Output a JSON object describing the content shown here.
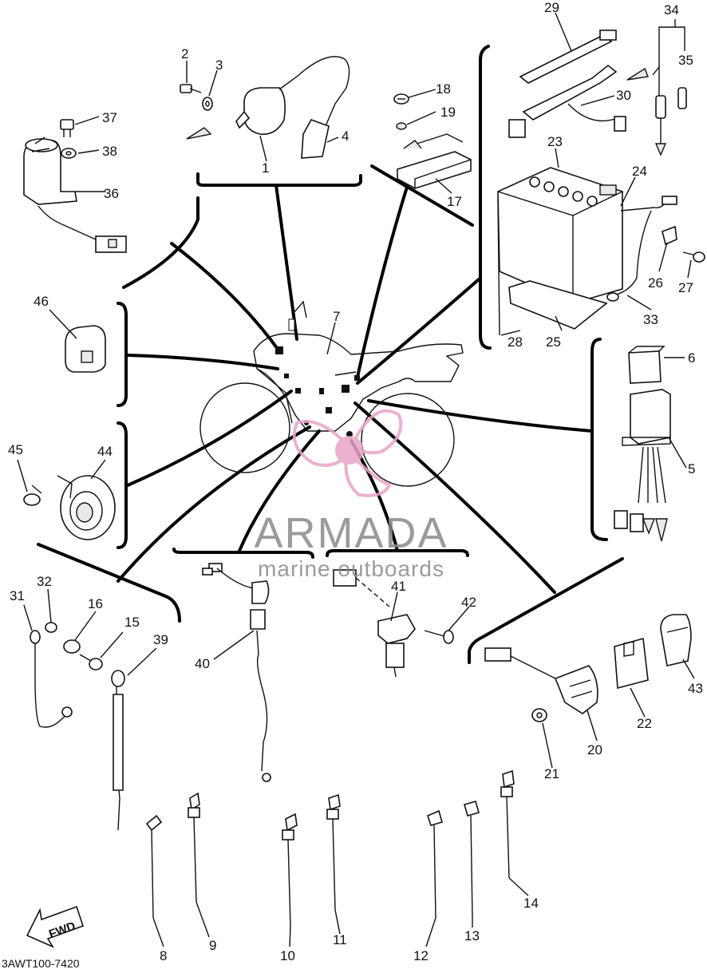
{
  "diagram": {
    "callouts": [
      "1",
      "2",
      "3",
      "4",
      "5",
      "6",
      "7",
      "8",
      "9",
      "10",
      "11",
      "12",
      "13",
      "14",
      "15",
      "16",
      "17",
      "18",
      "19",
      "20",
      "21",
      "22",
      "23",
      "24",
      "25",
      "26",
      "27",
      "28",
      "29",
      "30",
      "31",
      "32",
      "33",
      "34",
      "35",
      "36",
      "37",
      "38",
      "39",
      "40",
      "41",
      "42",
      "43",
      "44",
      "45",
      "46"
    ],
    "fwd_label": "FWD",
    "drawing_code": "3AWT100-7420"
  },
  "watermark": {
    "brand": "ARMADA",
    "tagline": "marine outboards",
    "color": "#e9a4c6"
  }
}
